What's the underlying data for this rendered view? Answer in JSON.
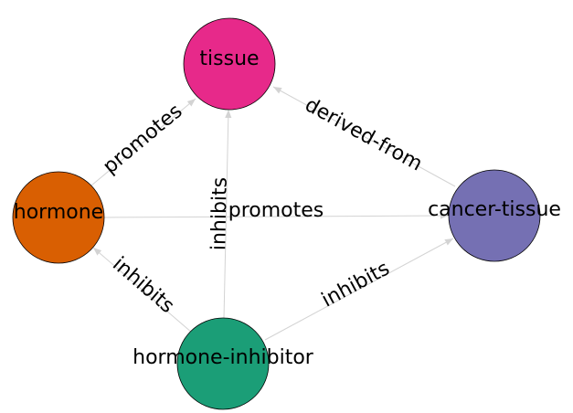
{
  "nodes": {
    "tissue": {
      "label": "tissue",
      "color": "#e7298a"
    },
    "hormone": {
      "label": "hormone",
      "color": "#d95f02"
    },
    "cancer_tissue": {
      "label": "cancer-tissue",
      "color": "#7570b3"
    },
    "hormone_inhibitor": {
      "label": "hormone-inhibitor",
      "color": "#1b9e77"
    }
  },
  "edges": {
    "hormone_promotes_tissue": {
      "label": "promotes",
      "from": "hormone",
      "to": "tissue"
    },
    "cancer_derived_from_tissue": {
      "label": "derived-from",
      "from": "cancer-tissue",
      "to": "tissue"
    },
    "hormone_promotes_cancer": {
      "label": "promotes",
      "from": "hormone",
      "to": "cancer-tissue"
    },
    "inhibitor_inhibits_tissue": {
      "label": "inhibits",
      "from": "hormone-inhibitor",
      "to": "tissue"
    },
    "inhibitor_inhibits_hormone": {
      "label": "inhibits",
      "from": "hormone-inhibitor",
      "to": "hormone"
    },
    "inhibitor_inhibits_cancer": {
      "label": "inhibits",
      "from": "hormone-inhibitor",
      "to": "cancer-tissue"
    }
  },
  "edge_color": "#d3d3d3"
}
